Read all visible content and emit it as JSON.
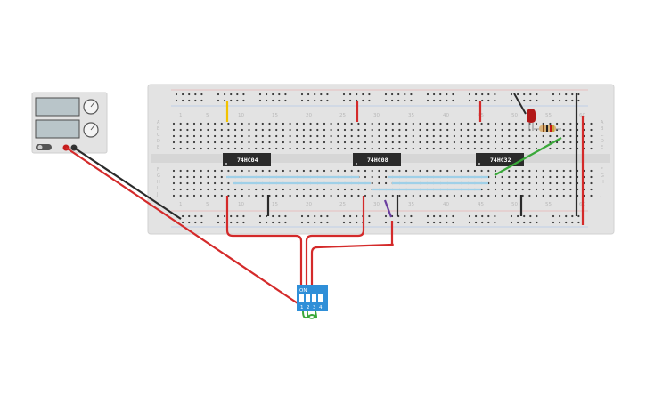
{
  "breadboard": {
    "column_numbers_top": [
      "1",
      "5",
      "10",
      "15",
      "20",
      "25",
      "30",
      "35",
      "40",
      "45",
      "50",
      "55",
      "60"
    ],
    "column_numbers_bottom": [
      "1",
      "5",
      "10",
      "15",
      "20",
      "25",
      "30",
      "35",
      "40",
      "45",
      "50",
      "55",
      "60"
    ],
    "row_letters_top": [
      "A",
      "B",
      "C",
      "D",
      "E"
    ],
    "row_letters_bottom": [
      "F",
      "G",
      "H",
      "I",
      "J"
    ]
  },
  "chips": [
    {
      "label": "74HC04"
    },
    {
      "label": "74HC08"
    },
    {
      "label": "74HC32"
    }
  ],
  "dip_switch": {
    "on_label": "ON",
    "numbers": [
      "1",
      "2",
      "3",
      "4"
    ]
  },
  "colors": {
    "wire_red": "#d42a2a",
    "wire_black": "#2b2b2b",
    "wire_yellow": "#f2c200",
    "wire_green": "#3aa83a",
    "wire_purple": "#6b3fa0",
    "wire_blue_light": "#9fd0e8",
    "chip_body": "#2b2b2b",
    "dip_body": "#2f8fd8",
    "led_red": "#b21818",
    "board": "#e3e3e3"
  }
}
